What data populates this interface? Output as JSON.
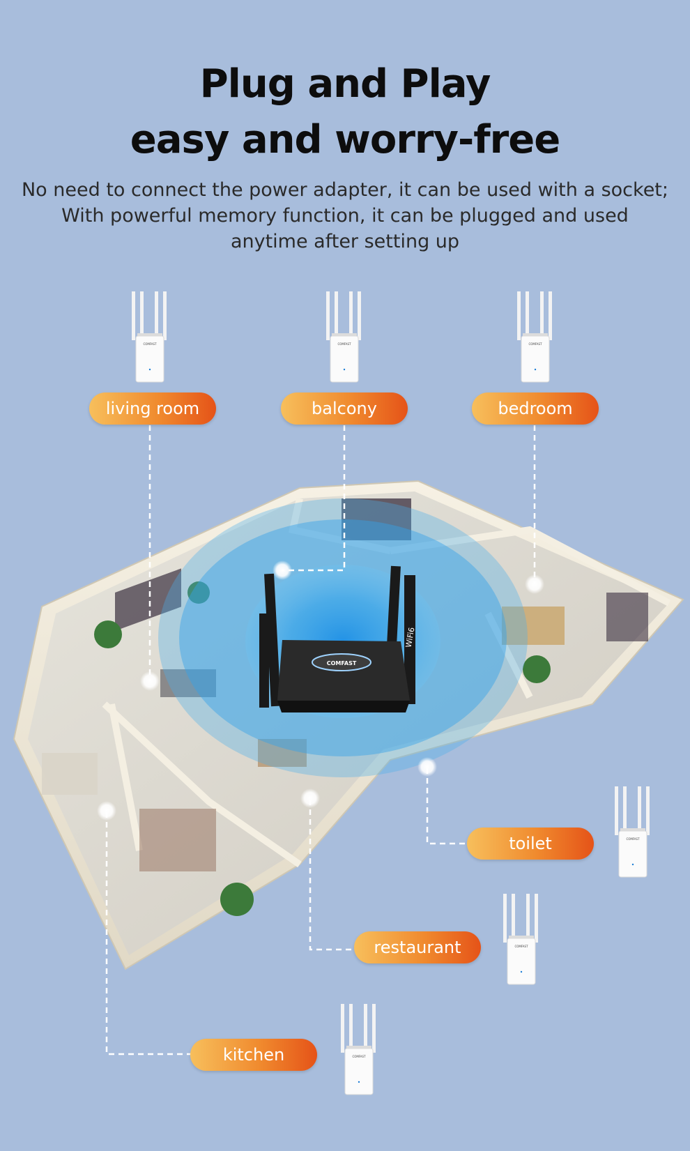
{
  "headline": {
    "line1": "Plug and Play",
    "line2": "easy and worry-free"
  },
  "description": {
    "line1": "No need to connect the power adapter, it can be used with a socket;",
    "line2": "With powerful memory function, it can be plugged and used",
    "line3": "anytime after setting up"
  },
  "rooms": {
    "living_room": "living room",
    "balcony": "balcony",
    "bedroom": "bedroom",
    "toilet": "toilet",
    "restaurant": "restaurant",
    "kitchen": "kitchen"
  },
  "router": {
    "brand": "COMFAST",
    "badge": "WiFi6"
  },
  "extender": {
    "brand": "COMFAST"
  },
  "colors": {
    "background": "#a8bddc",
    "pill_start": "#f7bf5c",
    "pill_end": "#e55318",
    "coverage": "#3aa2e6"
  }
}
